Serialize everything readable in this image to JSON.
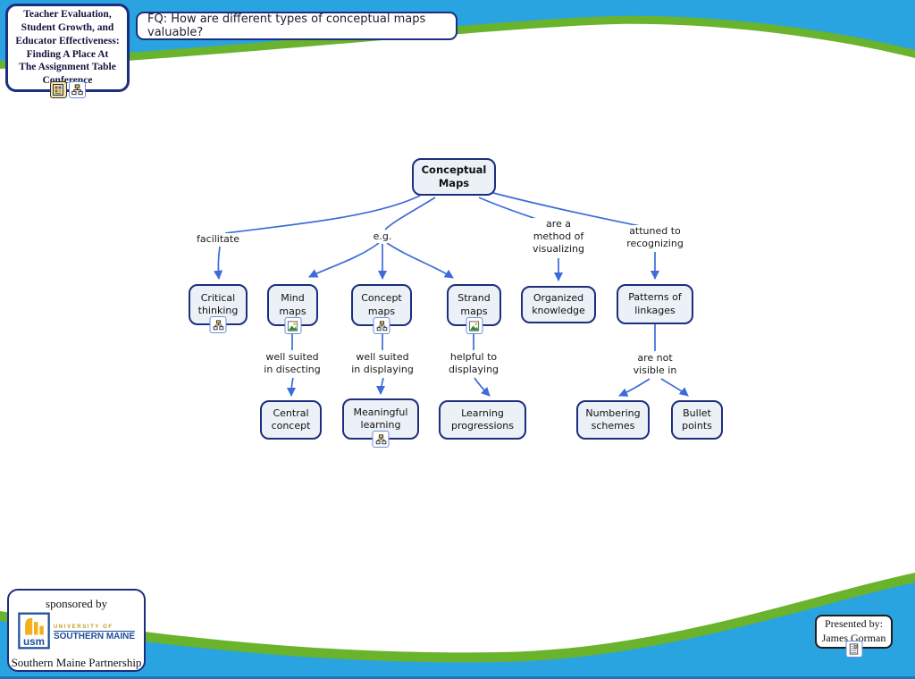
{
  "header": {
    "title_lines": [
      "Teacher Evaluation,",
      "Student Growth, and",
      "Educator Effectiveness:",
      "Finding A Place At",
      "The Assignment Table",
      "Conference"
    ],
    "focus_question": "FQ: How are different types of conceptual maps valuable?"
  },
  "map": {
    "nodes": {
      "conceptual_maps": {
        "lines": [
          "Conceptual",
          "Maps"
        ]
      },
      "critical_thinking": {
        "lines": [
          "Critical",
          "thinking"
        ]
      },
      "mind_maps": {
        "lines": [
          "Mind",
          "maps"
        ]
      },
      "concept_maps": {
        "lines": [
          "Concept",
          "maps"
        ]
      },
      "strand_maps": {
        "lines": [
          "Strand",
          "maps"
        ]
      },
      "organized_knowledge": {
        "lines": [
          "Organized",
          "knowledge"
        ]
      },
      "patterns_of_linkages": {
        "lines": [
          "Patterns of",
          "linkages"
        ]
      },
      "central_concept": {
        "lines": [
          "Central",
          "concept"
        ]
      },
      "meaningful_learning": {
        "lines": [
          "Meaningful",
          "learning"
        ]
      },
      "learning_progressions": {
        "lines": [
          "Learning",
          "progressions"
        ]
      },
      "numbering_schemes": {
        "lines": [
          "Numbering",
          "schemes"
        ]
      },
      "bullet_points": {
        "lines": [
          "Bullet",
          "points"
        ]
      }
    },
    "links": {
      "facilitate": {
        "lines": [
          "facilitate"
        ]
      },
      "eg": {
        "lines": [
          "e.g."
        ]
      },
      "method_of_visualizing": {
        "lines": [
          "are a",
          "method of",
          "visualizing"
        ]
      },
      "attuned_to_recognizing": {
        "lines": [
          "attuned to",
          "recognizing"
        ]
      },
      "well_suited_disecting": {
        "lines": [
          "well suited",
          "in disecting"
        ]
      },
      "well_suited_displaying": {
        "lines": [
          "well suited",
          "in displaying"
        ]
      },
      "helpful_to_displaying": {
        "lines": [
          "helpful to",
          "displaying"
        ]
      },
      "are_not_visible_in": {
        "lines": [
          "are not",
          "visible in"
        ]
      }
    },
    "icons": {
      "cmap_resource": "org-chart",
      "image_resource": "picture-with-sun-and-mountain",
      "document_resource": "document-grid",
      "annotation_resource": "document-with-image"
    }
  },
  "footer": {
    "sponsor": {
      "sponsored_by": "sponsored by",
      "logo_text": "usm",
      "university_line1": "UNIVERSITY OF",
      "university_line2": "SOUTHERN MAINE",
      "partnership": "Southern Maine Partnership"
    },
    "presenter": {
      "line1": "Presented by:",
      "line2": "James Gorman"
    }
  },
  "colors": {
    "background_blue": "#29a4e0",
    "wave_green": "#69b32d",
    "connector_blue": "#3c6cd9",
    "node_border": "#1c2e7d",
    "node_fill": "#ecf1f7"
  }
}
